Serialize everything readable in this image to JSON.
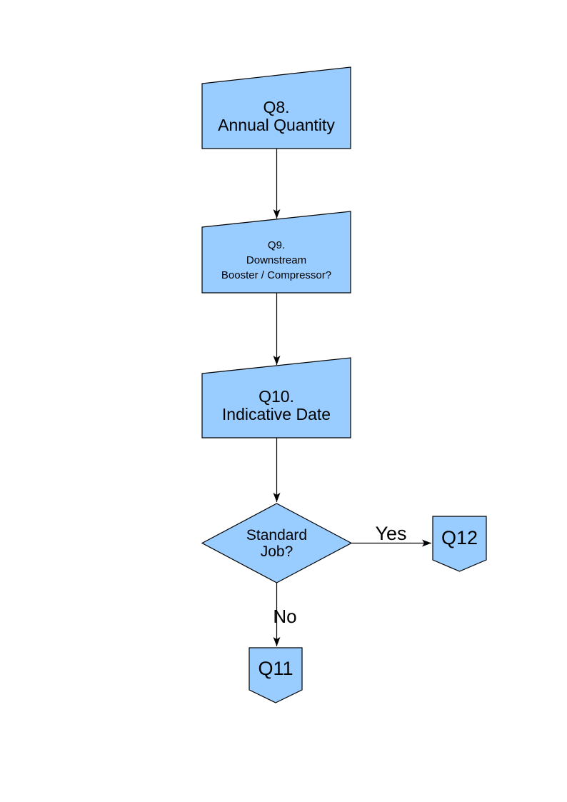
{
  "page": {
    "background_color": "#ffffff"
  },
  "flowchart": {
    "colors": {
      "node_fill": "#99ccff",
      "node_border": "#000000",
      "connector": "#000000",
      "text": "#000000"
    },
    "nodes": {
      "q8": {
        "lines": [
          "Q8.",
          "Annual Quantity"
        ]
      },
      "q9": {
        "lines": [
          "Q9.",
          "Downstream",
          "Booster / Compressor?"
        ]
      },
      "q10": {
        "lines": [
          "Q10.",
          "Indicative Date"
        ]
      },
      "decision": {
        "lines": [
          "Standard",
          "Job?"
        ]
      },
      "q11": {
        "label": "Q11"
      },
      "q12": {
        "label": "Q12"
      }
    },
    "edge_labels": {
      "yes": "Yes",
      "no": "No"
    }
  }
}
